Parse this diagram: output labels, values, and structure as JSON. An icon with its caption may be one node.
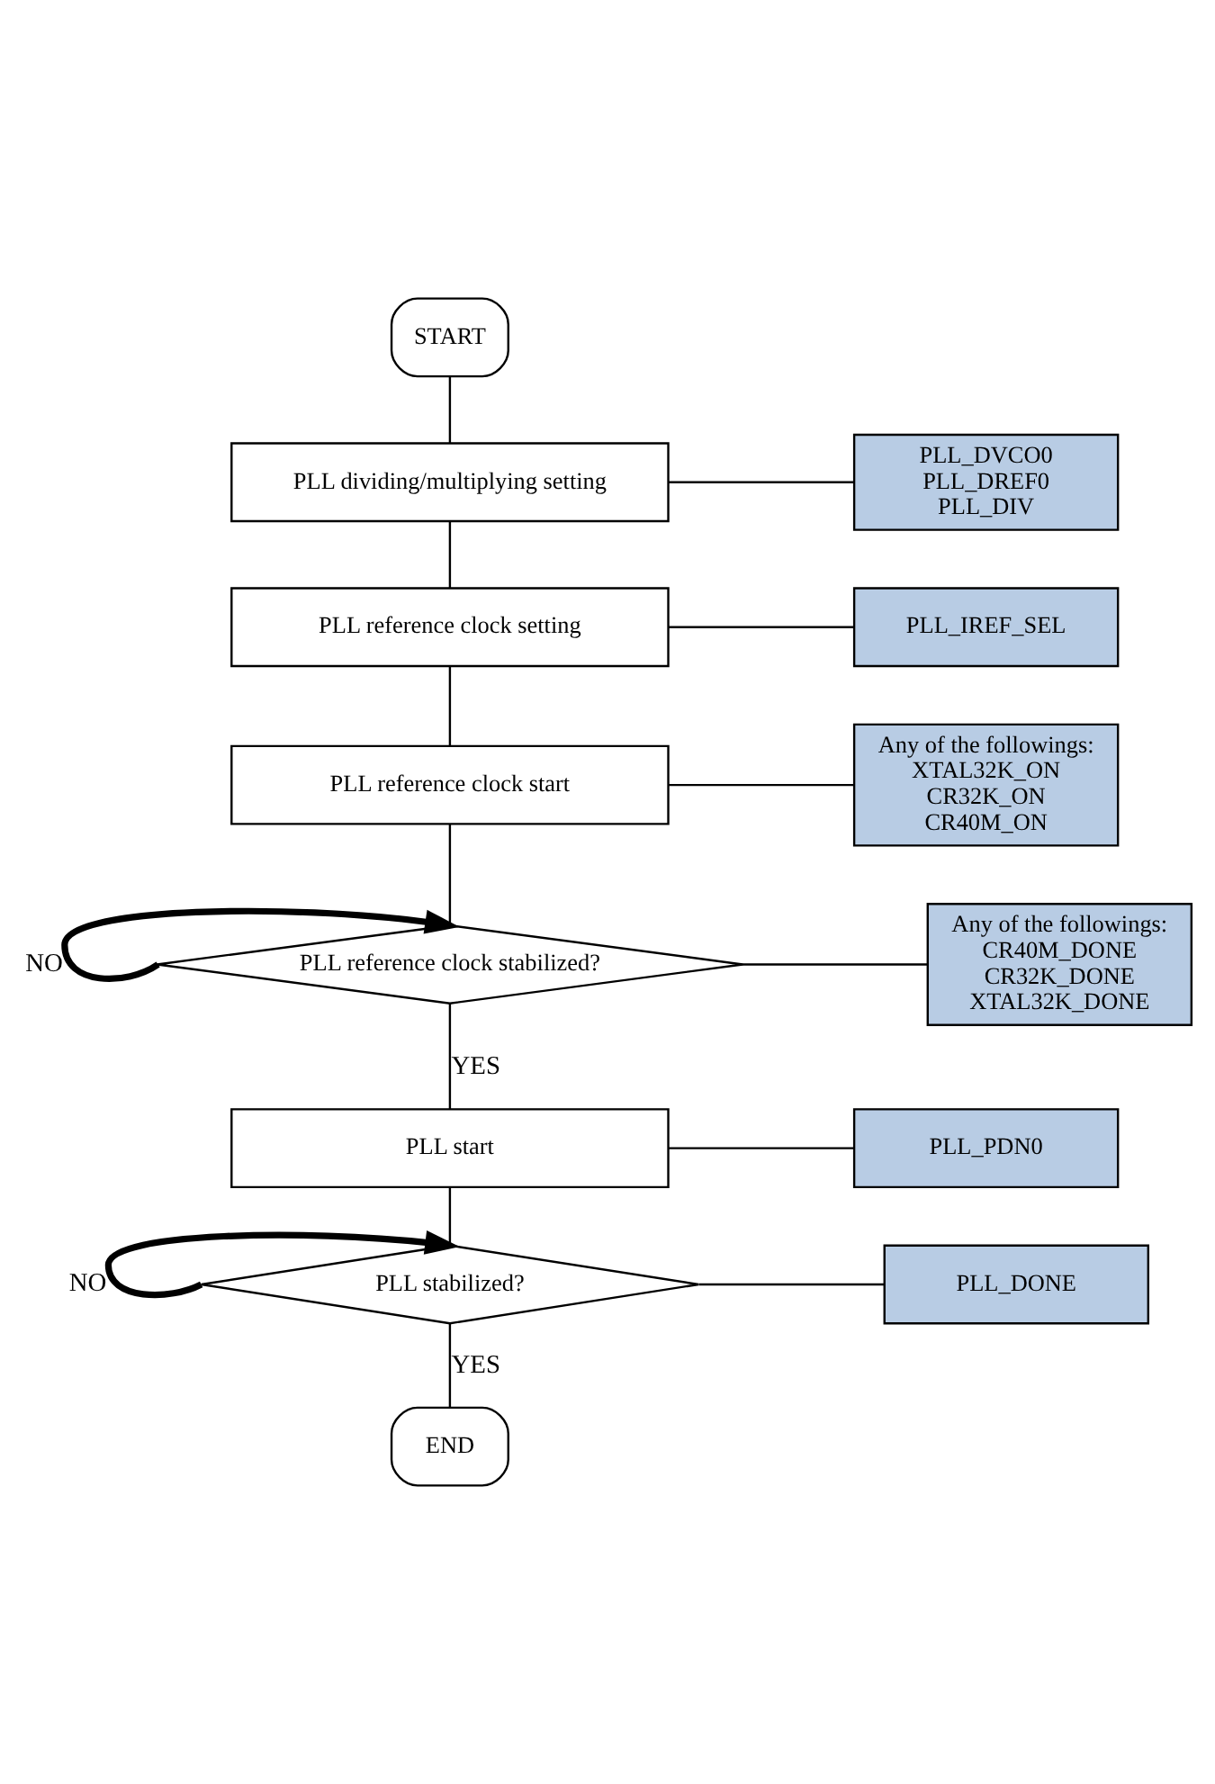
{
  "diagram": {
    "nodes": [
      {
        "text": [
          "START"
        ]
      },
      {
        "text": [
          "PLL dividing/multiplying setting"
        ]
      },
      {
        "text": [
          "PLL reference clock setting"
        ]
      },
      {
        "text": [
          "PLL reference clock start"
        ]
      },
      {
        "text": [
          "PLL reference clock stabilized?"
        ]
      },
      {
        "text": [
          "PLL start"
        ]
      },
      {
        "text": [
          "PLL stabilized?"
        ]
      },
      {
        "text": [
          "END"
        ]
      },
      {
        "text": [
          "PLL_DVCO0",
          "PLL_DREF0",
          "PLL_DIV"
        ]
      },
      {
        "text": [
          "PLL_IREF_SEL"
        ]
      },
      {
        "text": [
          "Any of the followings:",
          "XTAL32K_ON",
          "CR32K_ON",
          "CR40M_ON"
        ]
      },
      {
        "text": [
          "Any of the followings:",
          "CR40M_DONE",
          "CR32K_DONE",
          "XTAL32K_DONE"
        ]
      },
      {
        "text": [
          "PLL_PDN0"
        ]
      },
      {
        "text": [
          "PLL_DONE"
        ]
      }
    ],
    "edges": [
      {
        "from": 0,
        "to": 1,
        "arrow": "none"
      },
      {
        "from": 1,
        "to": 2,
        "arrow": "none"
      },
      {
        "from": 2,
        "to": 3,
        "arrow": "none"
      },
      {
        "from": 3,
        "to": 4,
        "arrow": "none"
      },
      {
        "from": 4,
        "to": 4,
        "arrow": "to",
        "label": "NO",
        "style": "thick"
      },
      {
        "from": 4,
        "to": 5,
        "arrow": "none",
        "label": "YES"
      },
      {
        "from": 5,
        "to": 6,
        "arrow": "none"
      },
      {
        "from": 6,
        "to": 6,
        "arrow": "to",
        "label": "NO",
        "style": "thick"
      },
      {
        "from": 6,
        "to": 7,
        "arrow": "none",
        "label": "YES"
      },
      {
        "from": 8,
        "to": 1,
        "arrow": "none"
      },
      {
        "from": 9,
        "to": 2,
        "arrow": "none"
      },
      {
        "from": 10,
        "to": 3,
        "arrow": "none"
      },
      {
        "from": 11,
        "to": 4,
        "arrow": "none"
      },
      {
        "from": 12,
        "to": 5,
        "arrow": "none"
      },
      {
        "from": 13,
        "to": 6,
        "arrow": "none"
      }
    ]
  }
}
